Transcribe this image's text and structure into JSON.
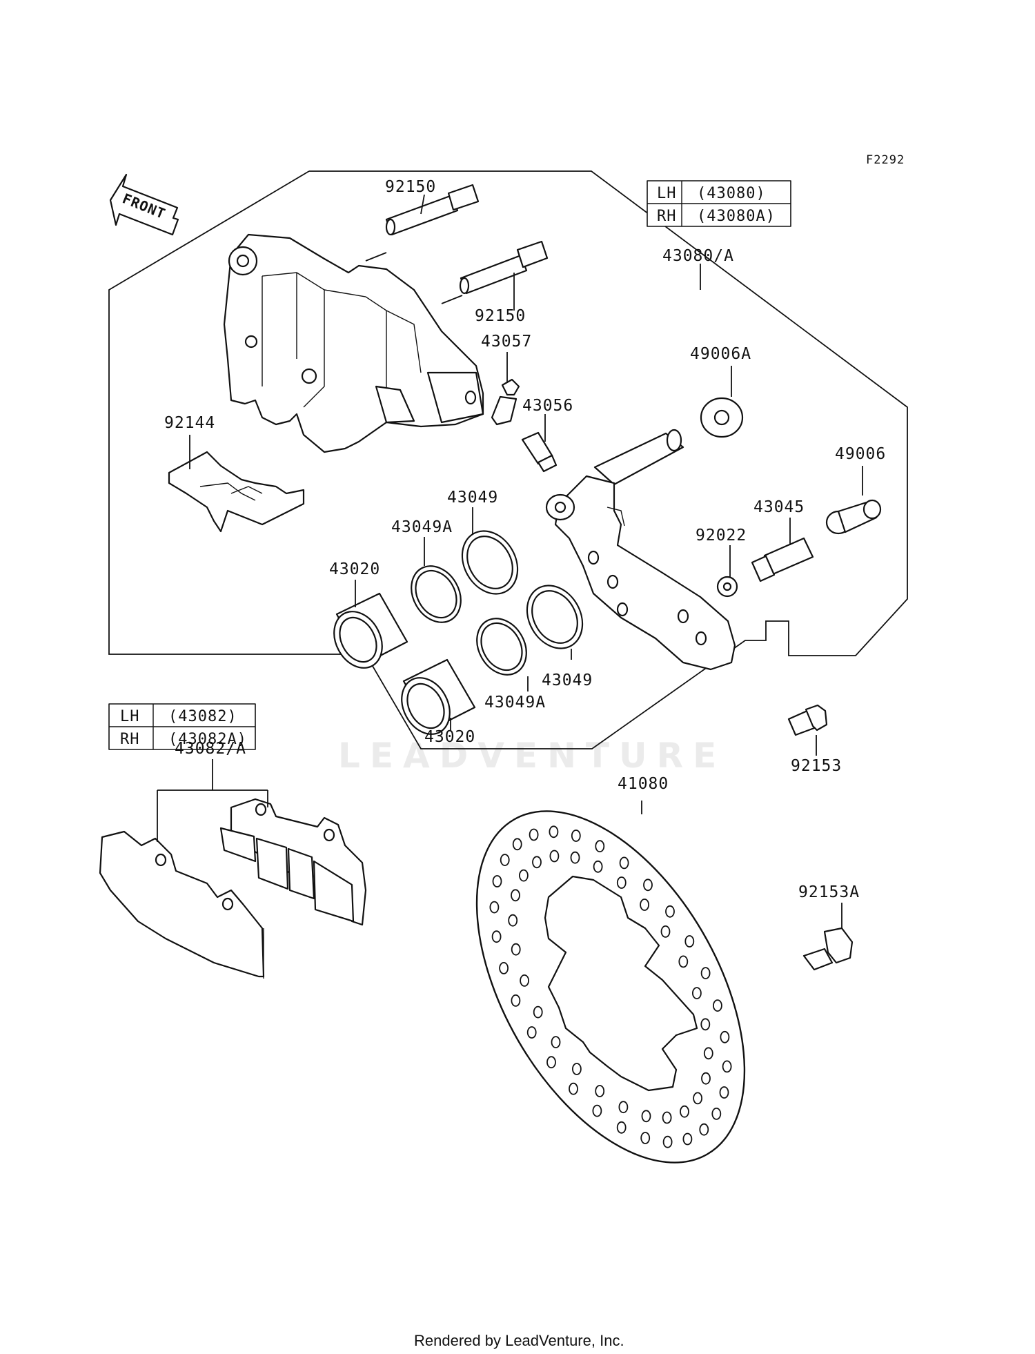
{
  "diagram_code": "F2292",
  "front_arrow_label": "FRONT",
  "tables": {
    "caliper": {
      "rows": [
        {
          "side": "LH",
          "part": "(43080)"
        },
        {
          "side": "RH",
          "part": "(43080A)"
        }
      ]
    },
    "pads": {
      "rows": [
        {
          "side": "LH",
          "part": "(43082)"
        },
        {
          "side": "RH",
          "part": "(43082A)"
        }
      ]
    }
  },
  "parts": {
    "p92150a": "92150",
    "p92150b": "92150",
    "p43080": "43080/A",
    "p43057": "43057",
    "p49006A": "49006A",
    "p43056": "43056",
    "p92144": "92144",
    "p49006": "49006",
    "p43049a": "43049",
    "p43045": "43045",
    "p43049Aa": "43049A",
    "p92022": "92022",
    "p43020a": "43020",
    "p43049b": "43049",
    "p43049Ab": "43049A",
    "p43020b": "43020",
    "p92153": "92153",
    "p43082": "43082/A",
    "p41080": "41080",
    "p92153A": "92153A"
  },
  "watermark": "LEADVENTURE",
  "footer": "Rendered by LeadVenture, Inc."
}
